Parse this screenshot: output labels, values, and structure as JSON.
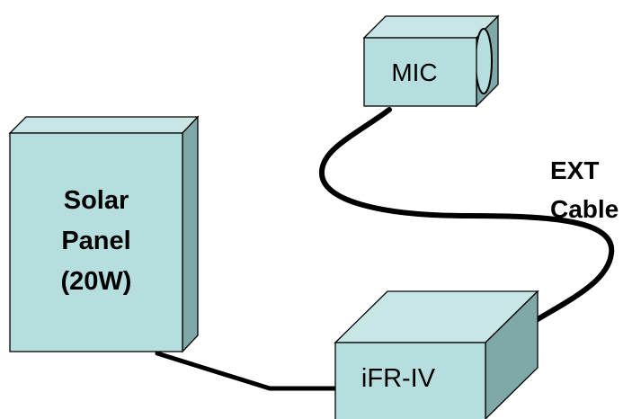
{
  "diagram": {
    "components": {
      "solar_panel": {
        "line1": "Solar",
        "line2": "Panel",
        "line3": "(20W)"
      },
      "mic": {
        "label": "MIC"
      },
      "ifr": {
        "label": "iFR-IV"
      }
    },
    "connections": {
      "ext_cable": {
        "line1": "EXT",
        "line2": "Cable"
      }
    },
    "colors": {
      "box_front": "#b7dede",
      "box_top": "#c9e6e6",
      "box_side": "#7fa9a8",
      "outline": "#000000",
      "cable": "#000000"
    }
  }
}
